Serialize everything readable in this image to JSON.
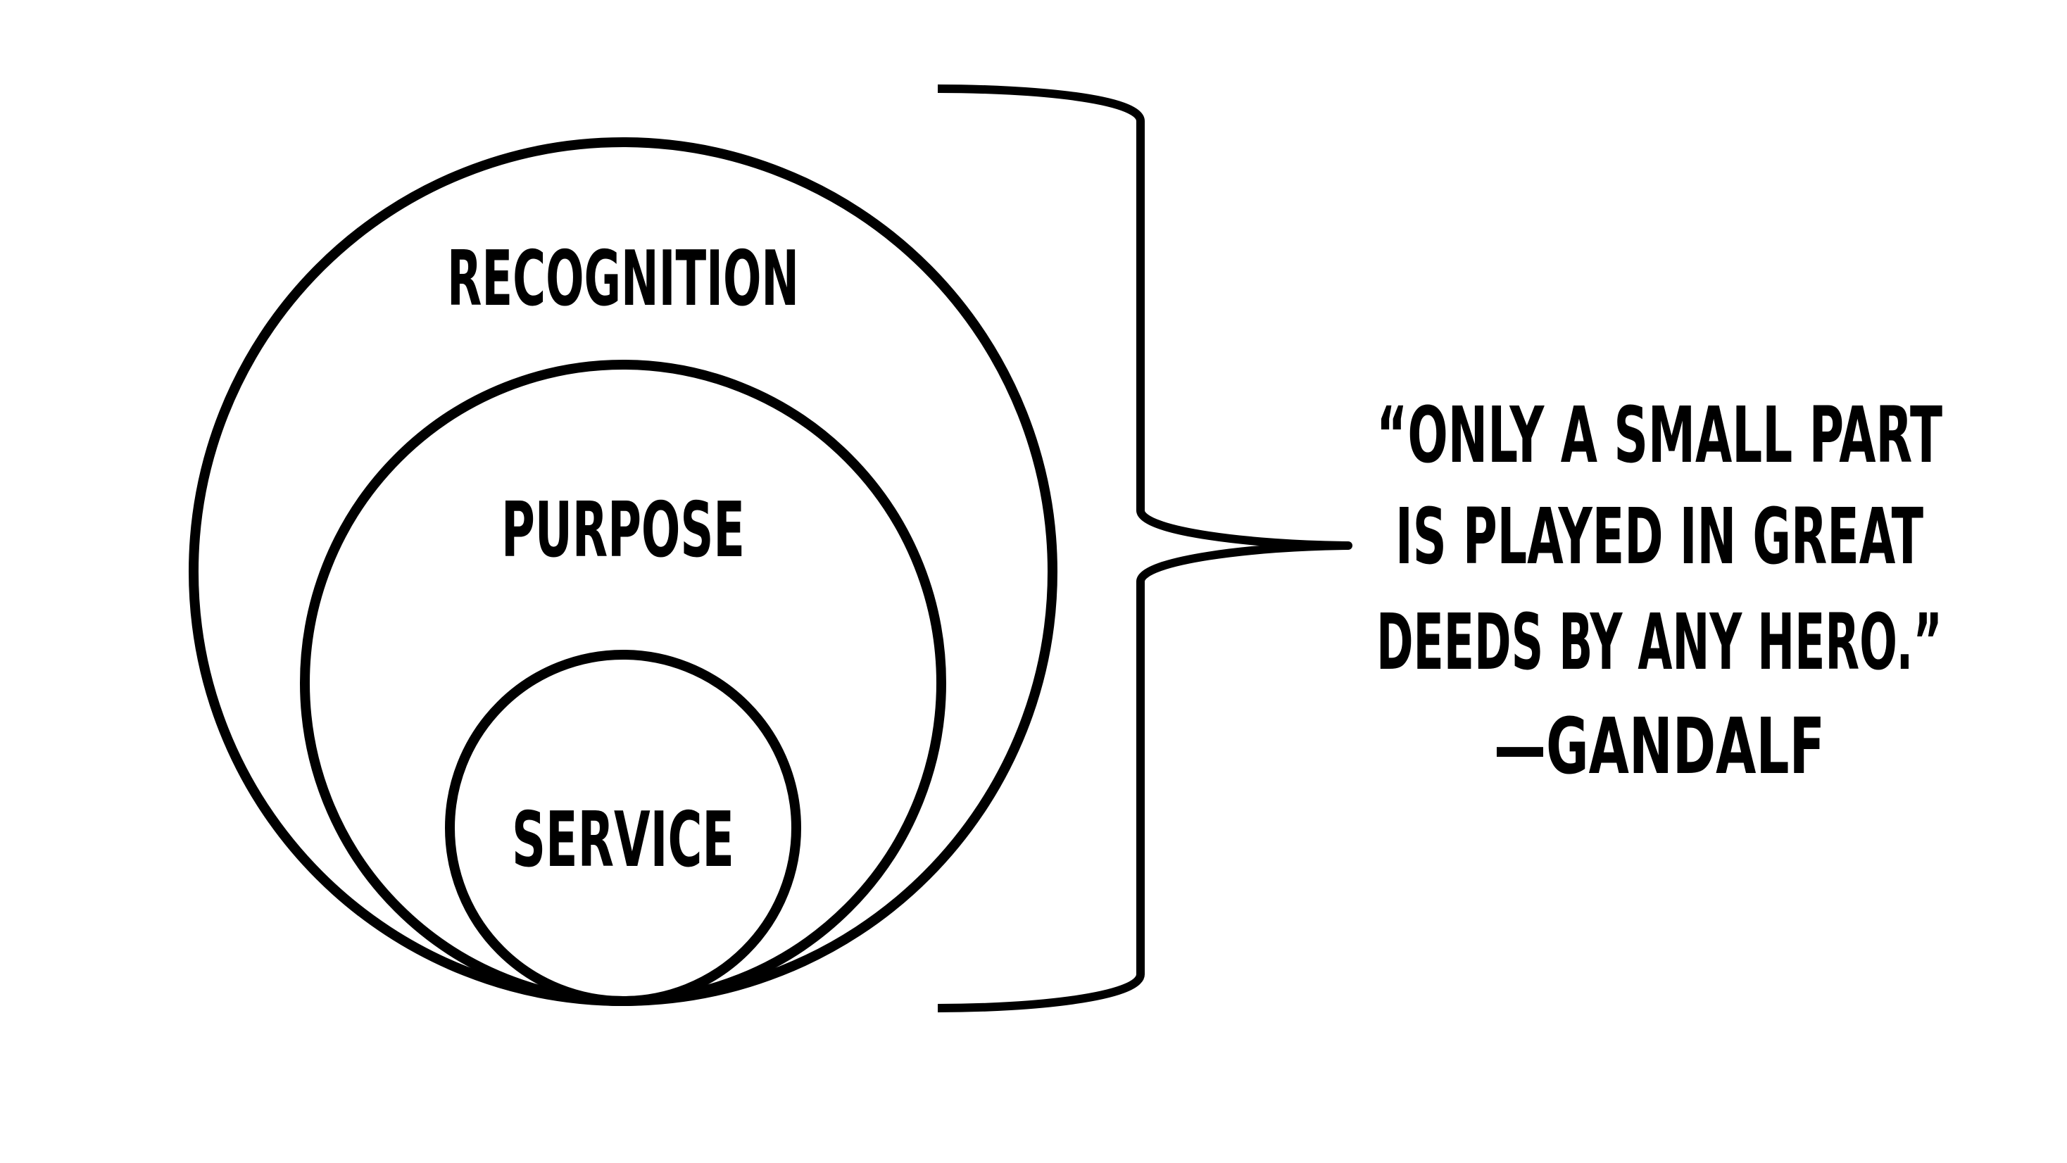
{
  "diagram": {
    "circles": [
      {
        "id": "outer",
        "label": "RECOGNITION"
      },
      {
        "id": "middle",
        "label": "PURPOSE"
      },
      {
        "id": "inner",
        "label": "SERVICE"
      }
    ],
    "quote": {
      "lines": [
        "“ONLY A SMALL PART",
        "IS PLAYED IN GREAT",
        "DEEDS BY ANY HERO.”"
      ],
      "attribution": "—GANDALF"
    },
    "colors": {
      "stroke": "#000000",
      "text": "#000000",
      "background": "#ffffff"
    }
  }
}
